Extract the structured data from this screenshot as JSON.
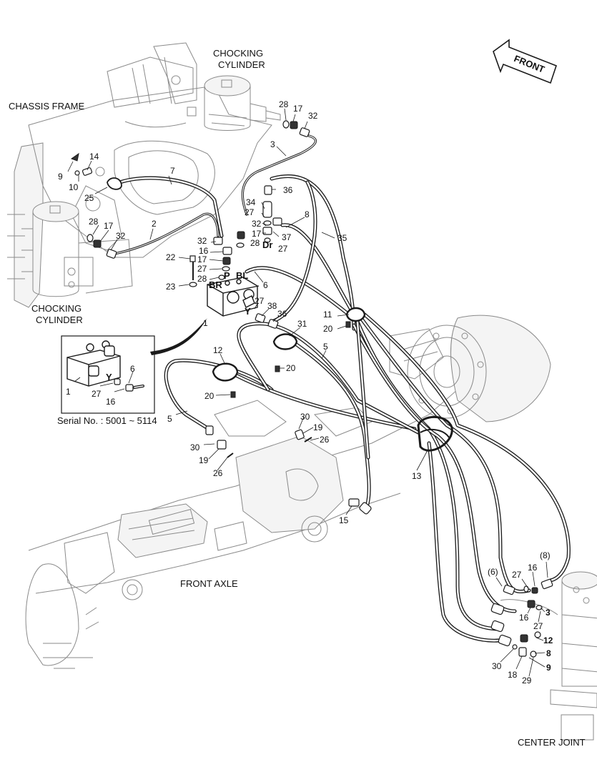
{
  "labels": {
    "chocking_cylinder_top": [
      "CHOCKING",
      "CYLINDER"
    ],
    "chassis_frame": "CHASSIS FRAME",
    "chocking_cylinder_left": [
      "CHOCKING",
      "CYLINDER"
    ],
    "front": "FRONT",
    "front_axle": "FRONT AXLE",
    "center_joint": "CENTER JOINT",
    "serial_no": "Serial No. : 5001 ~ 5114"
  },
  "ports": {
    "P": "P",
    "BL": "BL",
    "BR": "BR",
    "Dr": "Dr",
    "Y": "Y",
    "Y_inset": "Y"
  },
  "callouts": {
    "c28a": "28",
    "c17a": "17",
    "c32a": "32",
    "c3a": "3",
    "c36a": "36",
    "c34": "34",
    "c27a": "27",
    "c8a": "8",
    "c32b": "32",
    "c37": "37",
    "c17b": "17",
    "c28b": "28",
    "c27b": "27",
    "c35": "35",
    "c9": "9",
    "c14": "14",
    "c10": "10",
    "c25": "25",
    "c7": "7",
    "c2": "2",
    "c28c": "28",
    "c17c": "17",
    "c32c": "32",
    "c32d": "32",
    "c16a": "16",
    "c17d": "17",
    "c27c": "27",
    "c28d": "28",
    "c22": "22",
    "c23": "23",
    "c6a": "6",
    "c27d": "27",
    "c38": "38",
    "c36b": "36",
    "c1a": "1",
    "c11": "11",
    "c20a": "20",
    "c31": "31",
    "c20b": "20",
    "c5a": "5",
    "c12a": "12",
    "c20c": "20",
    "c6b": "6",
    "c1b": "1",
    "c27e": "27",
    "c16b": "16",
    "c5b": "5",
    "c30a": "30",
    "c19a": "19",
    "c26a": "26",
    "c30b": "30",
    "c19b": "19",
    "c26b": "26",
    "c13": "13",
    "c15": "15",
    "c6p": "(6)",
    "c8p": "(8)",
    "c27f": "27",
    "c16c": "16",
    "c16d": "16",
    "c3b": "3",
    "c27g": "27",
    "c12b": "12",
    "c8b": "8",
    "c9b": "9",
    "c30c": "30",
    "c18": "18",
    "c29": "29"
  }
}
